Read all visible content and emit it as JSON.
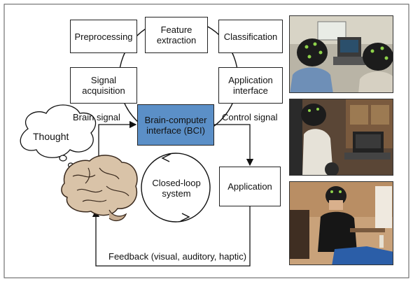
{
  "diagram": {
    "nodes": {
      "preprocessing": "Preprocessing",
      "feature_extraction": "Feature\nextraction",
      "classification": "Classification",
      "signal_acquisition": "Signal\nacquisition",
      "application_interface": "Application\ninterface",
      "bci": "Brain-computer\ninterface (BCI)",
      "application": "Application",
      "closed_loop": "Closed-loop\nsystem",
      "thought": "Thought"
    },
    "edges": {
      "brain_signal": "Brain signal",
      "control_signal": "Control signal",
      "feedback": "Feedback (visual, auditory, haptic)"
    },
    "colors": {
      "bci_fill": "#5b8fc7",
      "frame": "#555555",
      "brain": "#d9c3a8"
    }
  },
  "photos": [
    {
      "name": "photo-two-users-with-eeg-caps-at-laptop"
    },
    {
      "name": "photo-wheelchair-user-with-eeg-cap"
    },
    {
      "name": "photo-user-with-eeg-cap-at-desk"
    }
  ]
}
